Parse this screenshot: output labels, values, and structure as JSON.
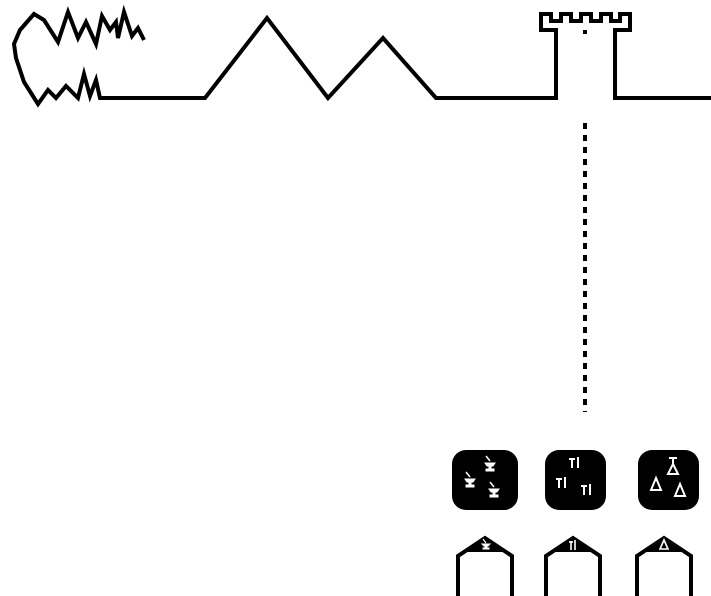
{
  "scene": {
    "background": "#ffffff",
    "line_color": "#000000",
    "skyline": [
      "ruins",
      "mountain",
      "mountain",
      "castle-tower"
    ],
    "marker": "dotted-line"
  },
  "resource_buttons": [
    {
      "id": "anvil",
      "icon": "anvils-icon",
      "glyph_color": "#ffffff"
    },
    {
      "id": "tools",
      "icon": "tools-icon",
      "glyph_color": "#ffffff"
    },
    {
      "id": "flasks",
      "icon": "flasks-icon",
      "glyph_color": "#ffffff"
    }
  ],
  "buildings": [
    {
      "id": "smithy",
      "roof_icon": "anvil-icon"
    },
    {
      "id": "workshop",
      "roof_icon": "tool-icon"
    },
    {
      "id": "lab",
      "roof_icon": "flask-icon"
    }
  ]
}
